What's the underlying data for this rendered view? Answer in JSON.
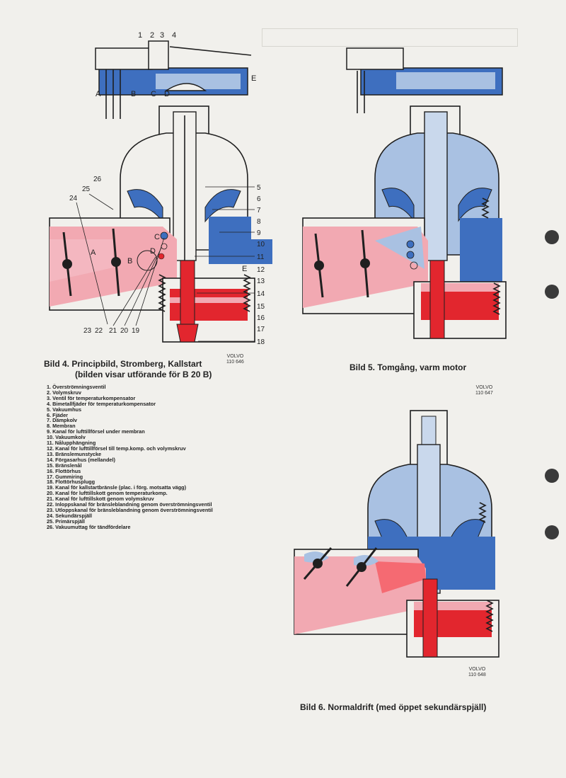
{
  "figure4": {
    "caption_line1": "Bild 4. Principbild, Stromberg, Kallstart",
    "caption_line2": "(bilden visar utförande för B 20 B)",
    "volvo": "VOLVO",
    "code": "110 646",
    "letters": [
      "A",
      "B",
      "C",
      "D",
      "E"
    ],
    "numbers": [
      "1",
      "2",
      "3",
      "4",
      "5",
      "6",
      "7",
      "8",
      "9",
      "10",
      "11",
      "12",
      "13",
      "14",
      "15",
      "16",
      "17",
      "18",
      "19",
      "20",
      "21",
      "22",
      "23",
      "24",
      "25",
      "26"
    ]
  },
  "figure5": {
    "caption": "Bild 5. Tomgång, varm motor",
    "volvo": "VOLVO",
    "code": "110 647"
  },
  "figure6": {
    "caption": "Bild 6. Normaldrift (med öppet sekundärspjäll)",
    "volvo": "VOLVO",
    "code": "110 648"
  },
  "legend": [
    "1. Överströmningsventil",
    "2. Volymskruv",
    "3. Ventil för temperaturkompensator",
    "4. Bimetallfjäder för temperaturkompensator",
    "5. Vakuumhus",
    "6. Fjäder",
    "7. Dämpkolv",
    "8. Membran",
    "9. Kanal för lufttillförsel under membran",
    "10. Vakuumkolv",
    "11. Nålupphängning",
    "12. Kanal för lufttillförsel till temp.komp. och volymskruv",
    "13. Bränslemunstycke",
    "14. Förgasarhus (mellandel)",
    "15. Bränslenål",
    "16. Flottörhus",
    "17. Gummiring",
    "18. Flottörhusplugg",
    "19. Kanal för kallstartbränsle (plac. i förg. motsatta vägg)",
    "20. Kanal för lufttillskott genom temperaturkomp.",
    "21. Kanal för lufttillskott genom volymskruv",
    "22. Inloppskanal för bränsleblandning genom överströmningsventil",
    "23. Utloppskanal för bränsleblandning genom överströmningsventil",
    "24. Sekundärspjäll",
    "25. Primärspjäll",
    "26. Vakuumuttag för tändfördelare"
  ],
  "colors": {
    "air_blue": "#3e6fbf",
    "light_blue": "#a9c1e2",
    "fuel_red": "#e2262e",
    "mix_pink": "#f2a9b2",
    "paper": "#f1f0ec",
    "ink": "#1f1f1f"
  }
}
